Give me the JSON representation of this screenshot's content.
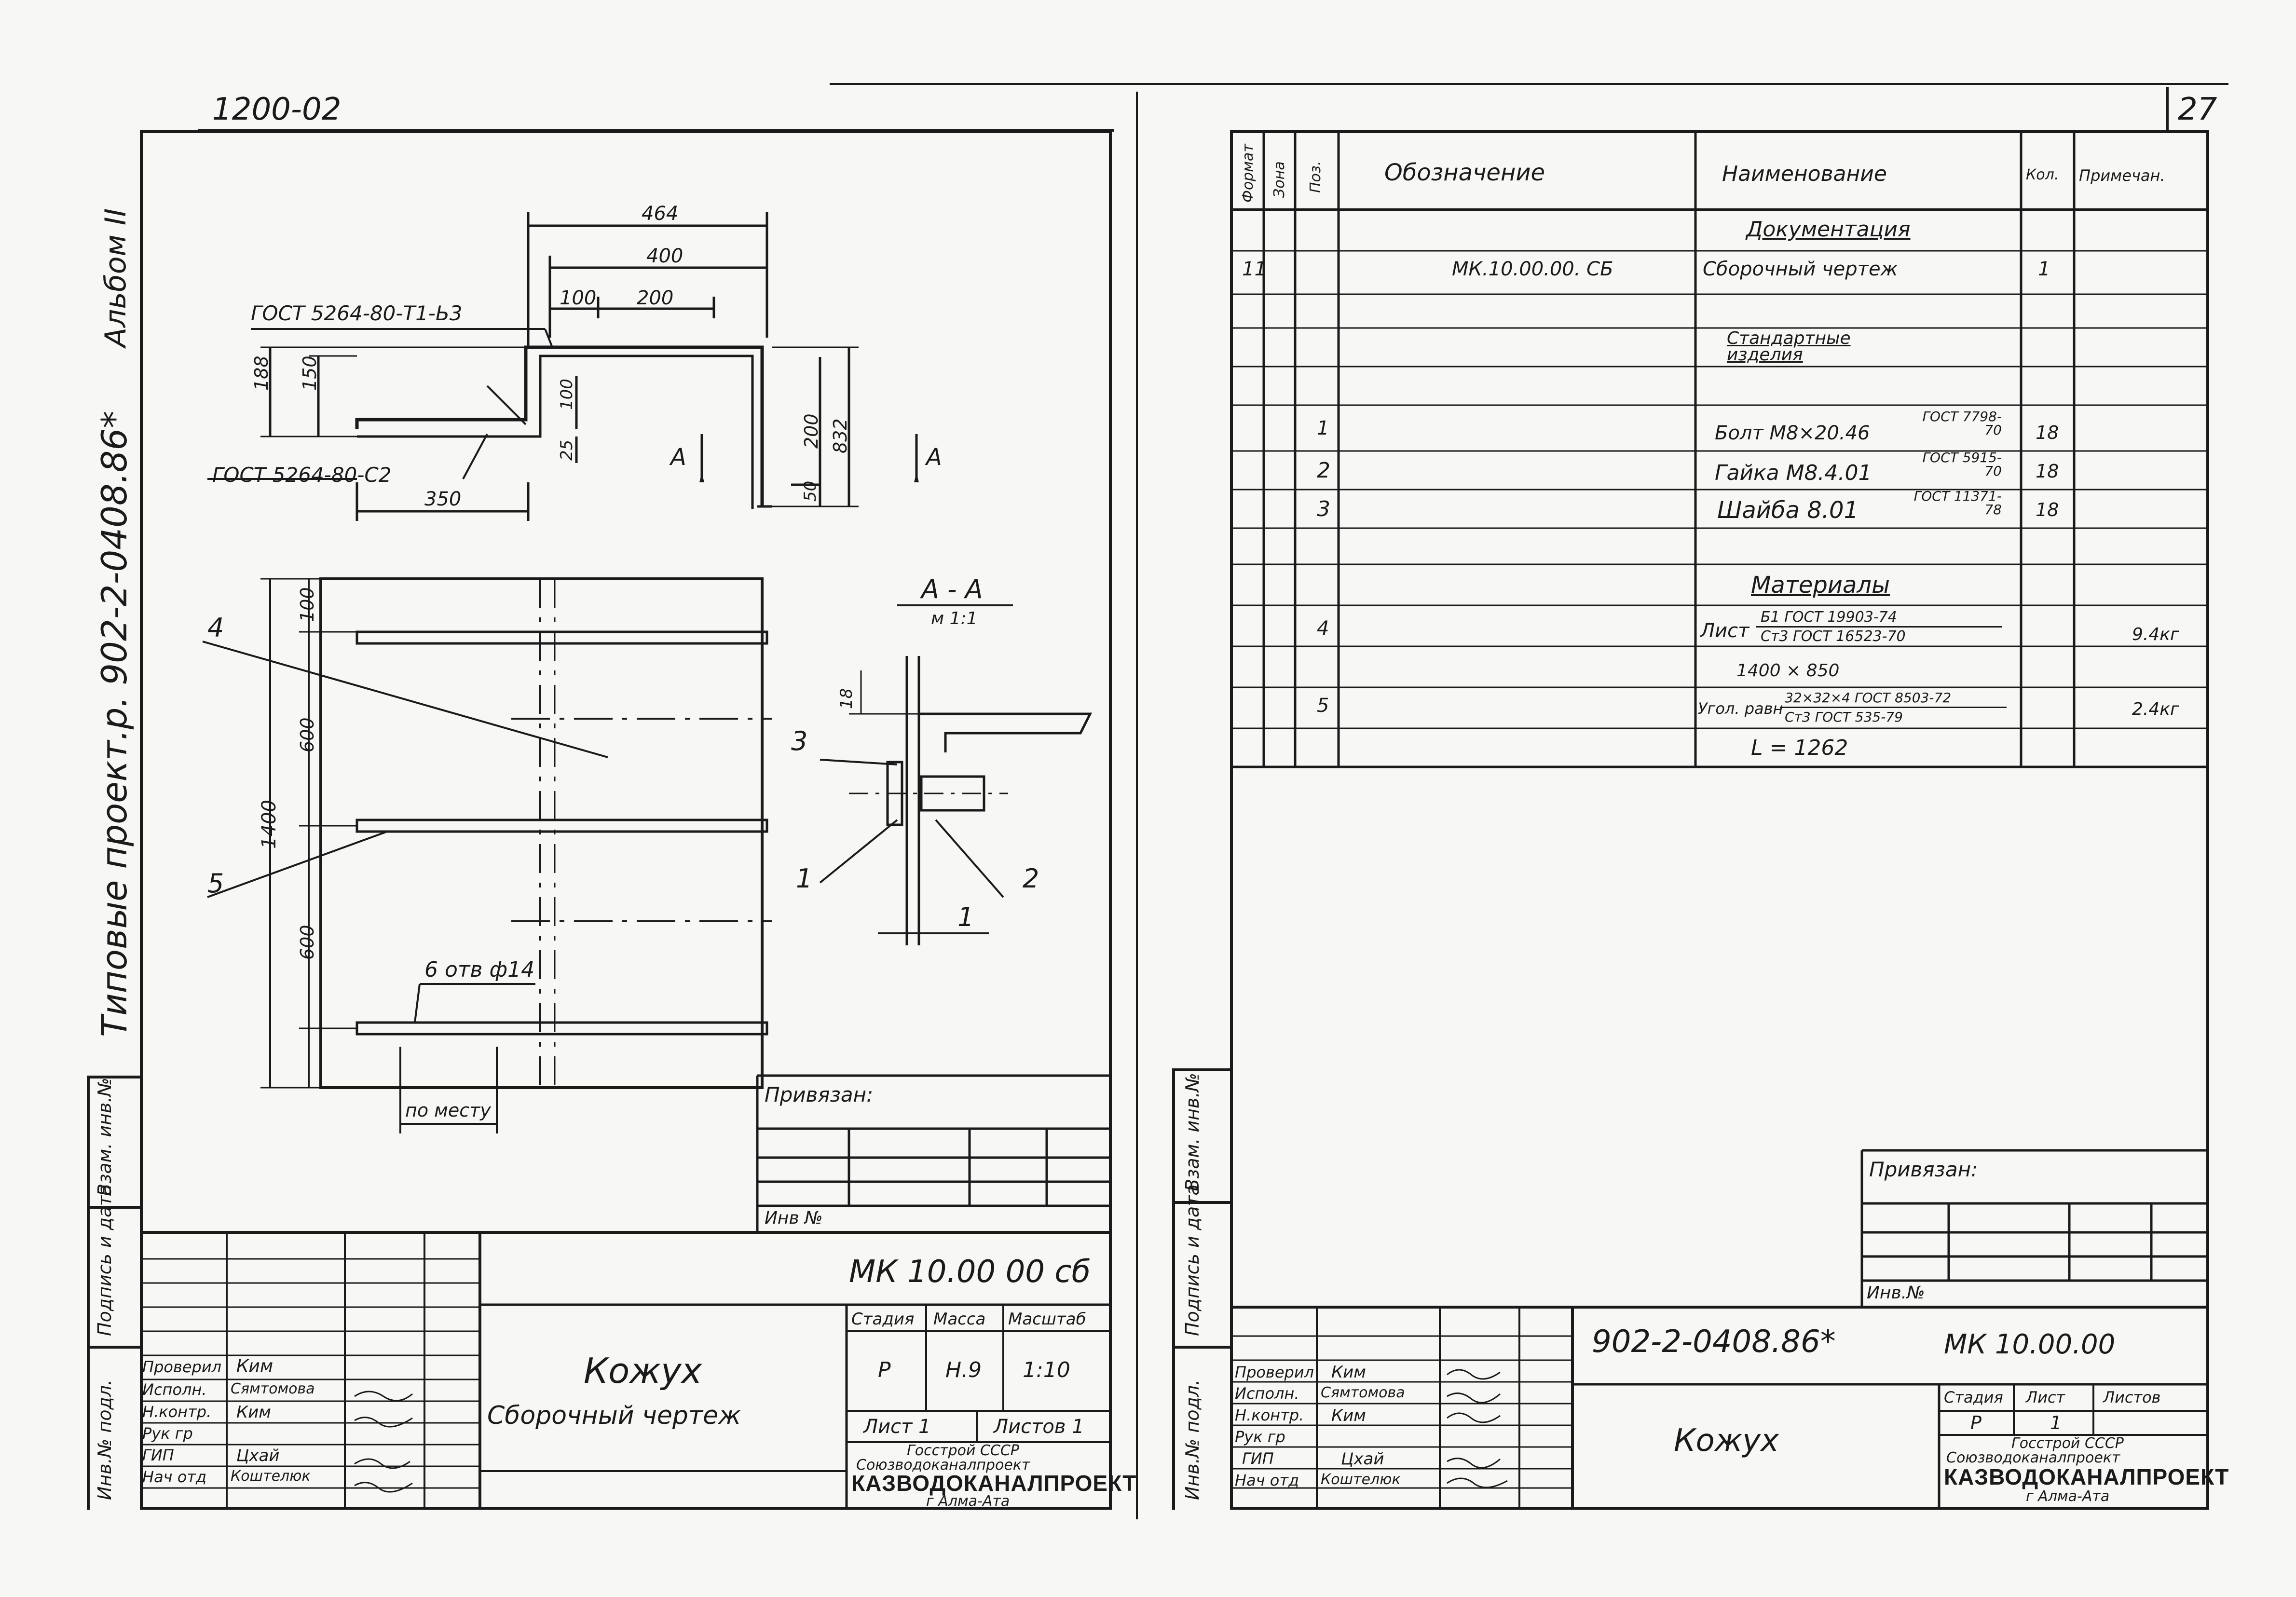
{
  "left": {
    "top_code": "1200-02",
    "album": "Альбом II",
    "series": "Типовые проект.р. 902-2-0408.86*",
    "dims": {
      "d464": "464",
      "d400": "400",
      "d100": "100",
      "d200": "200",
      "d188": "188",
      "d150": "150",
      "d100v": "100",
      "d25": "25",
      "d200v": "200",
      "d50": "50",
      "d832": "832",
      "d350": "350",
      "d100b": "100",
      "d600a": "600",
      "d1400": "1400",
      "d600b": "600",
      "d18": "18"
    },
    "gost_top": "ГОСТ 5264-80-Т1-Ь3",
    "gost_bottom": "ГОСТ 5264-80-С2",
    "section_mark": "А",
    "section_title": "А - А",
    "section_scale": "м 1:1",
    "holes": "6 отв ф14",
    "in_place": "по месту",
    "pos_labels": [
      "4",
      "5",
      "3",
      "1",
      "2",
      "1"
    ],
    "privyazan": "Привязан:",
    "inv_no": "Инв №",
    "side_labels": [
      "Взам. инв.№",
      "Подпись и дата",
      "Инв.№ подл."
    ],
    "stamp": {
      "doc_code": "МК 10.00 00 сб",
      "title": "Кожух",
      "subtitle": "Сборочный чертеж",
      "stage_h": "Стадия",
      "mass_h": "Масса",
      "scale_h": "Масштаб",
      "stage": "Р",
      "mass": "Н.9",
      "scale": "1:10",
      "sheet": "Лист 1",
      "sheets": "Листов 1",
      "org1": "Госстрой СССР",
      "org2": "Союзводоканалпроект",
      "org3": "КАЗВОДОКАНАЛПРОЕКТ",
      "org4": "г Алма-Ата",
      "roles": [
        "Проверил",
        "Исполн.",
        "Н.контр.",
        "Рук гр",
        "ГИП",
        "Нач отд"
      ],
      "names": [
        "Ким",
        "Сямтомова",
        "Ким",
        "",
        "Цхай",
        "Коштелюк"
      ]
    }
  },
  "right": {
    "page_no": "27",
    "headers": {
      "format": "Формат",
      "zone": "Зона",
      "pos": "Поз.",
      "designation": "Обозначение",
      "name": "Наименование",
      "qty": "Кол.",
      "note": "Примечан."
    },
    "rows": [
      {
        "format": "",
        "pos": "",
        "des": "",
        "name": "Документация",
        "qty": "",
        "note": "",
        "section": true
      },
      {
        "format": "11",
        "pos": "",
        "des": "МК.10.00.00. СБ",
        "name": "Сборочный чертеж",
        "qty": "1",
        "note": ""
      },
      {
        "format": "",
        "pos": "",
        "des": "",
        "name": "",
        "qty": "",
        "note": ""
      },
      {
        "format": "",
        "pos": "",
        "des": "",
        "name": "Стандартные изделия",
        "qty": "",
        "note": "",
        "section": true
      },
      {
        "format": "",
        "pos": "",
        "des": "",
        "name": "",
        "qty": "",
        "note": ""
      },
      {
        "format": "",
        "pos": "1",
        "des": "",
        "name": "Болт М8×20.46",
        "gost": "ГОСТ 7798-70",
        "qty": "18",
        "note": ""
      },
      {
        "format": "",
        "pos": "2",
        "des": "",
        "name": "Гайка М8.4.01",
        "gost": "ГОСТ 5915-70",
        "qty": "18",
        "note": ""
      },
      {
        "format": "",
        "pos": "3",
        "des": "",
        "name": "Шайба 8.01",
        "gost": "ГОСТ 11371-78",
        "qty": "18",
        "note": ""
      },
      {
        "format": "",
        "pos": "",
        "des": "",
        "name": "",
        "qty": "",
        "note": ""
      },
      {
        "format": "",
        "pos": "",
        "des": "",
        "name": "Материалы",
        "qty": "",
        "note": "",
        "section": true
      },
      {
        "format": "",
        "pos": "4",
        "des": "",
        "name": "Лист",
        "frac_top": "Б1 ГОСТ 19903-74",
        "frac_bot": "Ст3 ГОСТ 16523-70",
        "qty": "",
        "note": "9.4кг"
      },
      {
        "format": "",
        "pos": "",
        "des": "",
        "name": "1400 × 850",
        "qty": "",
        "note": ""
      },
      {
        "format": "",
        "pos": "5",
        "des": "",
        "name": "Угол. равн",
        "frac_top": "32×32×4 ГОСТ 8503-72",
        "frac_bot": "Ст3 ГОСТ 535-79",
        "qty": "",
        "note": "2.4кг"
      },
      {
        "format": "",
        "pos": "",
        "des": "",
        "name": "L = 1262",
        "qty": "",
        "note": ""
      }
    ],
    "privyazan": "Привязан:",
    "inv_no": "Инв.№",
    "side_labels": [
      "Взам. инв.№",
      "Подпись и дата",
      "Инв.№ подл."
    ],
    "stamp": {
      "project_code": "902-2-0408.86*",
      "doc_code": "МК 10.00.00",
      "title": "Кожух",
      "stage_h": "Стадия",
      "sheet_h": "Лист",
      "sheets_h": "Листов",
      "stage": "Р",
      "sheet": "1",
      "sheets": "",
      "org1": "Госстрой СССР",
      "org2": "Союзводоканалпроект",
      "org3": "КАЗВОДОКАНАЛПРОЕКТ",
      "org4": "г Алма-Ата",
      "roles": [
        "Проверил",
        "Исполн.",
        "Н.контр.",
        "Рук гр",
        "ГИП",
        "Нач отд"
      ],
      "names": [
        "Ким",
        "Сямтомова",
        "Ким",
        "",
        "Цхай",
        "Коштелюк"
      ]
    }
  }
}
